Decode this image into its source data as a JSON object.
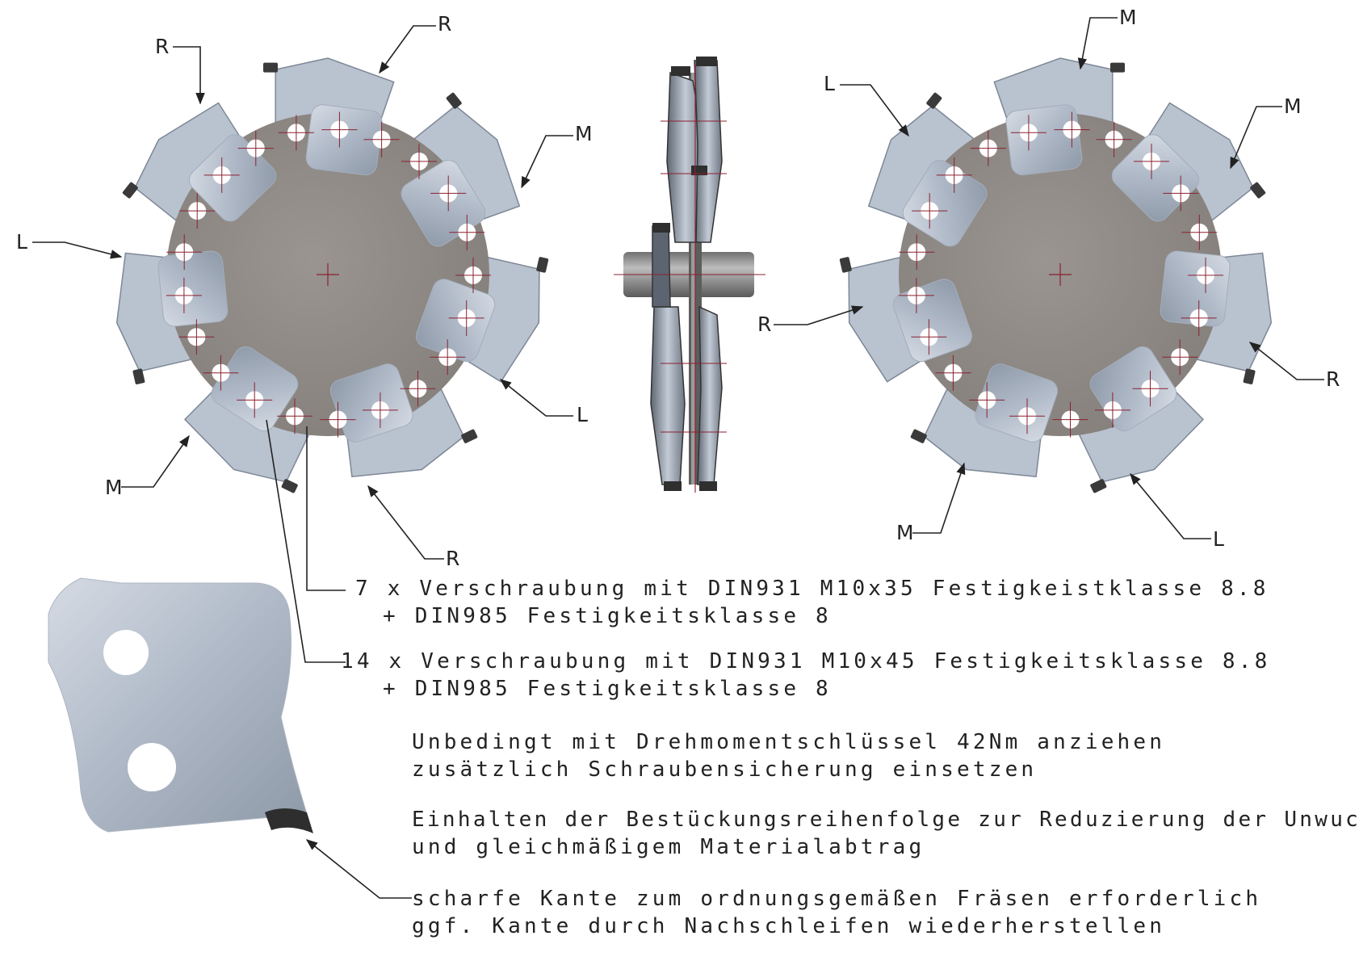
{
  "labels": {
    "cutter_left": [
      {
        "id": "l_r_top_left",
        "text": "R"
      },
      {
        "id": "l_r_top_right",
        "text": "R"
      },
      {
        "id": "l_m_right",
        "text": "M"
      },
      {
        "id": "l_l_left",
        "text": "L"
      },
      {
        "id": "l_l_lower_right",
        "text": "L"
      },
      {
        "id": "l_m_bottom_left",
        "text": "M"
      },
      {
        "id": "l_r_bottom",
        "text": "R"
      }
    ],
    "cutter_right": [
      {
        "id": "r_m_top",
        "text": "M"
      },
      {
        "id": "r_l_top_left",
        "text": "L"
      },
      {
        "id": "r_m_right",
        "text": "M"
      },
      {
        "id": "r_r_left",
        "text": "R"
      },
      {
        "id": "r_r_right",
        "text": "R"
      },
      {
        "id": "r_m_bottom",
        "text": "M"
      },
      {
        "id": "r_l_bottom",
        "text": "L"
      }
    ]
  },
  "notes": {
    "bolt_m10x35_line1": "7 x Verschraubung mit DIN931 M10x35 Festigkeistklasse 8.8",
    "bolt_m10x35_line2": "+ DIN985 Festigkeitsklasse 8",
    "bolt_m10x45_line1": "14 x Verschraubung mit DIN931 M10x45 Festigkeitsklasse 8.8",
    "bolt_m10x45_line2": "+ DIN985 Festigkeitsklasse 8",
    "torque_line1": "Unbedingt mit Drehmomentschlüssel 42Nm anziehen",
    "torque_line2": "zusätzlich Schraubensicherung einsetzen",
    "order_line1": "Einhalten der Bestückungsreihenfolge zur Reduzierung der Unwucht",
    "order_line2": "und gleichmäßigem Materialabtrag",
    "edge_line1": "scharfe Kante zum ordnungsgemäßen Fräsen erforderlich",
    "edge_line2": "ggf. Kante durch Nachschleifen wiederherstellen"
  },
  "colors": {
    "disc": "#8f8a86",
    "blade": "#b9c2cf",
    "blade_dark": "#7d8796",
    "tooth": "#3a3a3a",
    "centerline": "#8b2030",
    "leader": "#222222"
  }
}
